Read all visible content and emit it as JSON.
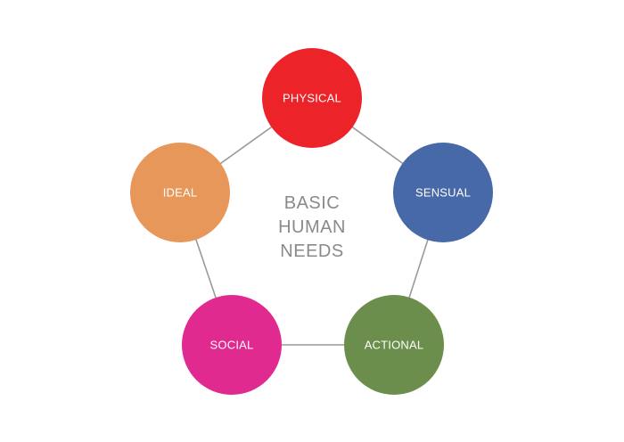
{
  "center": {
    "lines": [
      "BASIC",
      "HUMAN",
      "NEEDS"
    ]
  },
  "nodes": [
    {
      "id": "physical",
      "label": "PHYSICAL",
      "color": "#ec2329"
    },
    {
      "id": "sensual",
      "label": "SENSUAL",
      "color": "#4769a8"
    },
    {
      "id": "actional",
      "label": "ACTIONAL",
      "color": "#6b8e4c"
    },
    {
      "id": "social",
      "label": "SOCIAL",
      "color": "#e02a8f"
    },
    {
      "id": "ideal",
      "label": "IDEAL",
      "color": "#e8975a"
    }
  ],
  "edges": [
    [
      "physical",
      "sensual"
    ],
    [
      "sensual",
      "actional"
    ],
    [
      "actional",
      "social"
    ],
    [
      "social",
      "ideal"
    ],
    [
      "ideal",
      "physical"
    ]
  ]
}
